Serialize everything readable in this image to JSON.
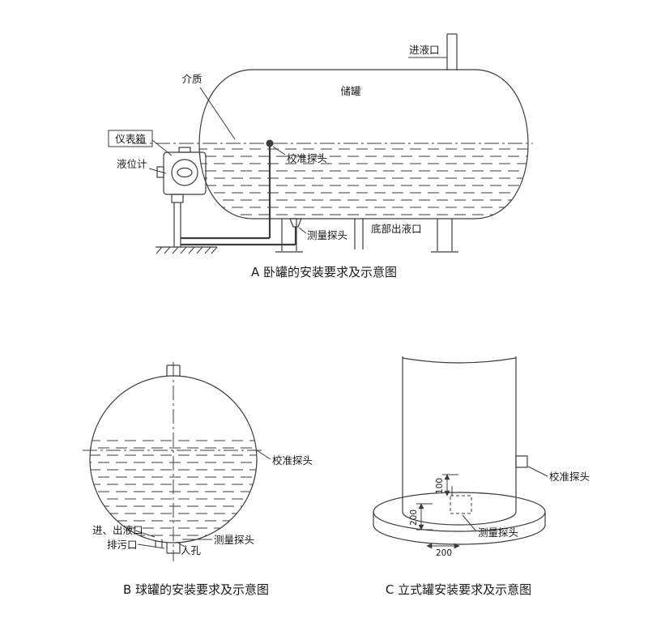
{
  "page": {
    "background": "#ffffff",
    "line_color": "#3c3c3c"
  },
  "diagram_a": {
    "caption": "A 卧罐的安装要求及示意图",
    "labels": {
      "inlet": "进液口",
      "medium": "介质",
      "tank": "储罐",
      "instrument_box": "仪表箱",
      "level_gauge": "液位计",
      "calibration_probe": "校准探头",
      "measurement_probe": "测量探头",
      "bottom_outlet": "底部出液口"
    }
  },
  "diagram_b": {
    "caption": "B 球罐的安装要求及示意图",
    "labels": {
      "calibration_probe": "校准探头",
      "inlet_outlet": "进、出液口",
      "drain": "排污口",
      "manhole": "人孔",
      "measurement_probe": "测量探头"
    }
  },
  "diagram_c": {
    "caption": "C 立式罐安装要求及示意图",
    "labels": {
      "calibration_probe": "校准探头",
      "measurement_probe": "测量探头",
      "dim_100": "100",
      "dim_200_side": "200",
      "dim_200_bottom": "200"
    }
  }
}
